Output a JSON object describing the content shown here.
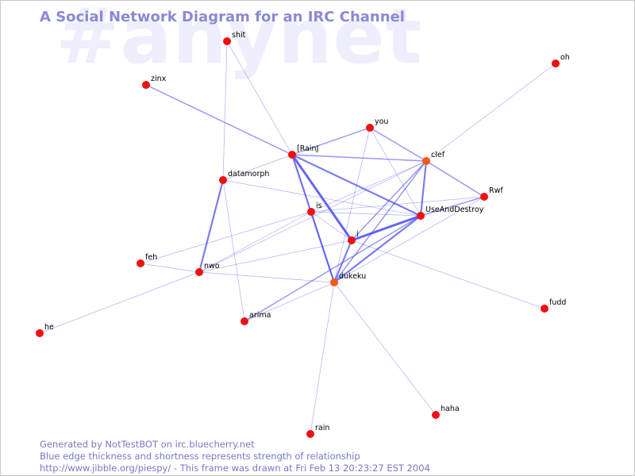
{
  "watermark": "#anynet",
  "title": "A Social Network Diagram for an IRC Channel",
  "footer": {
    "line1": "Generated by NotTestBOT on irc.bluecherry.net",
    "line2": "Blue edge thickness and shortness represents strength of relationship",
    "line3": "http://www.jibble.org/piespy/ - This frame was drawn at Fri Feb 13 20:23:27 EST 2004"
  },
  "colors": {
    "edge": "#4a4af0",
    "node": "#f01010",
    "node_active": "#f25a10",
    "title": "#8a8ad2",
    "watermark": "#eeeefc"
  },
  "nodes": [
    {
      "id": "shit",
      "label": "shit",
      "active": false
    },
    {
      "id": "zinx",
      "label": "zinx",
      "active": false
    },
    {
      "id": "oh",
      "label": "oh",
      "active": false
    },
    {
      "id": "you",
      "label": "you",
      "active": false
    },
    {
      "id": "rainj",
      "label": "[RainJ",
      "active": false
    },
    {
      "id": "clef",
      "label": "clef",
      "active": true
    },
    {
      "id": "datamorph",
      "label": "datamorph",
      "active": false
    },
    {
      "id": "rwf",
      "label": "Rwf",
      "active": false
    },
    {
      "id": "is",
      "label": "is",
      "active": false
    },
    {
      "id": "useanddestroy",
      "label": "UseAndDestroy",
      "active": false
    },
    {
      "id": "i",
      "label": "i",
      "active": false
    },
    {
      "id": "feh",
      "label": "feh",
      "active": false
    },
    {
      "id": "nwo",
      "label": "nwo",
      "active": false
    },
    {
      "id": "dukeku",
      "label": "dukeku",
      "active": true
    },
    {
      "id": "arima",
      "label": "arima",
      "active": false
    },
    {
      "id": "fudd",
      "label": "fudd",
      "active": false
    },
    {
      "id": "he",
      "label": "he",
      "active": false
    },
    {
      "id": "haha",
      "label": "haha",
      "active": false
    },
    {
      "id": "rain",
      "label": "rain",
      "active": false
    }
  ],
  "edges": [
    {
      "source": "shit",
      "target": "datamorph",
      "strength": 1
    },
    {
      "source": "shit",
      "target": "rainj",
      "strength": 1
    },
    {
      "source": "zinx",
      "target": "rainj",
      "strength": 2
    },
    {
      "source": "oh",
      "target": "clef",
      "strength": 1
    },
    {
      "source": "rainj",
      "target": "you",
      "strength": 2
    },
    {
      "source": "rainj",
      "target": "clef",
      "strength": 2
    },
    {
      "source": "rainj",
      "target": "useanddestroy",
      "strength": 3
    },
    {
      "source": "rainj",
      "target": "i",
      "strength": 4
    },
    {
      "source": "rainj",
      "target": "dukeku",
      "strength": 3
    },
    {
      "source": "rainj",
      "target": "is",
      "strength": 1
    },
    {
      "source": "rainj",
      "target": "datamorph",
      "strength": 1
    },
    {
      "source": "you",
      "target": "clef",
      "strength": 2
    },
    {
      "source": "you",
      "target": "useanddestroy",
      "strength": 1
    },
    {
      "source": "you",
      "target": "dukeku",
      "strength": 1
    },
    {
      "source": "clef",
      "target": "useanddestroy",
      "strength": 3
    },
    {
      "source": "clef",
      "target": "rwf",
      "strength": 2
    },
    {
      "source": "clef",
      "target": "is",
      "strength": 1
    },
    {
      "source": "clef",
      "target": "i",
      "strength": 2
    },
    {
      "source": "clef",
      "target": "dukeku",
      "strength": 2
    },
    {
      "source": "clef",
      "target": "nwo",
      "strength": 1
    },
    {
      "source": "rwf",
      "target": "useanddestroy",
      "strength": 2
    },
    {
      "source": "rwf",
      "target": "is",
      "strength": 1
    },
    {
      "source": "rwf",
      "target": "dukeku",
      "strength": 1
    },
    {
      "source": "is",
      "target": "useanddestroy",
      "strength": 1
    },
    {
      "source": "is",
      "target": "i",
      "strength": 1
    },
    {
      "source": "is",
      "target": "dukeku",
      "strength": 2
    },
    {
      "source": "is",
      "target": "nwo",
      "strength": 1
    },
    {
      "source": "is",
      "target": "feh",
      "strength": 1
    },
    {
      "source": "datamorph",
      "target": "useanddestroy",
      "strength": 1
    },
    {
      "source": "datamorph",
      "target": "nwo",
      "strength": 3
    },
    {
      "source": "datamorph",
      "target": "arima",
      "strength": 1
    },
    {
      "source": "useanddestroy",
      "target": "i",
      "strength": 4
    },
    {
      "source": "useanddestroy",
      "target": "dukeku",
      "strength": 3
    },
    {
      "source": "useanddestroy",
      "target": "arima",
      "strength": 2
    },
    {
      "source": "i",
      "target": "dukeku",
      "strength": 3
    },
    {
      "source": "i",
      "target": "nwo",
      "strength": 1
    },
    {
      "source": "i",
      "target": "fudd",
      "strength": 1
    },
    {
      "source": "feh",
      "target": "nwo",
      "strength": 1
    },
    {
      "source": "nwo",
      "target": "dukeku",
      "strength": 1
    },
    {
      "source": "he",
      "target": "nwo",
      "strength": 1
    },
    {
      "source": "dukeku",
      "target": "haha",
      "strength": 1
    },
    {
      "source": "dukeku",
      "target": "rain",
      "strength": 1
    },
    {
      "source": "dukeku",
      "target": "arima",
      "strength": 1
    }
  ]
}
